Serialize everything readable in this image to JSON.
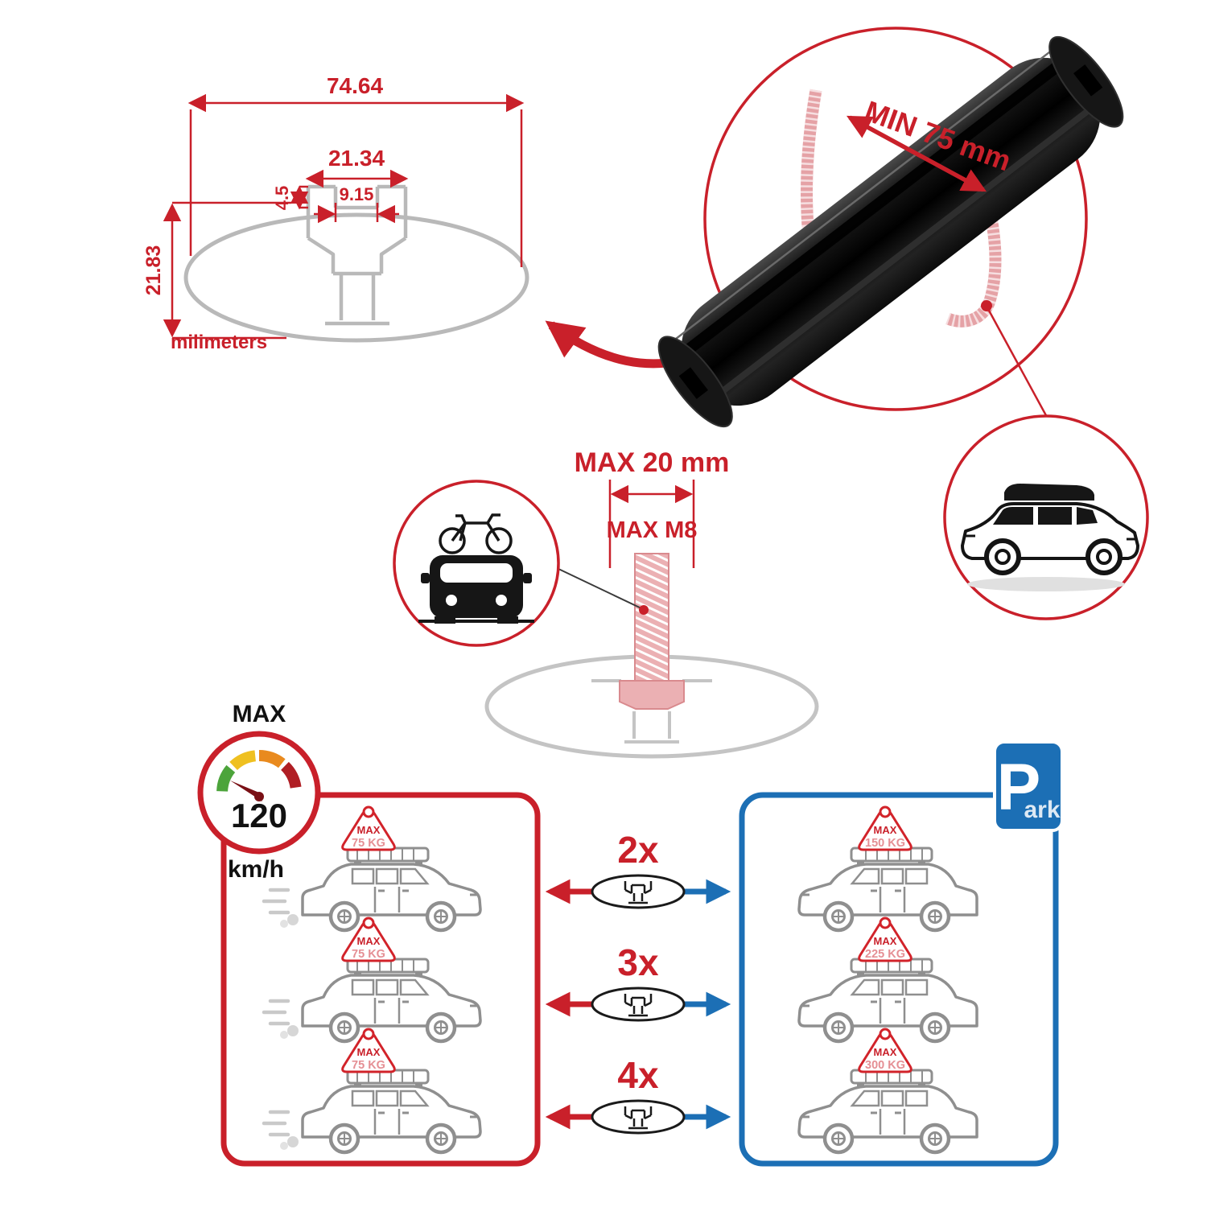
{
  "colors": {
    "red": "#C9202A",
    "blue": "#1C6FB5",
    "pink": "#EBB0B3",
    "gray_line": "#B9B9B9",
    "car_outline": "#8F8F8F",
    "black": "#111111"
  },
  "dimension_diagram": {
    "total_width": "74.64",
    "slot_outer_width": "21.34",
    "slot_inner_width": "9.15",
    "lip_height": "4.5",
    "total_height": "21.83",
    "units_label": "milimeters"
  },
  "bar_callout": {
    "min_span_label": "MIN 75 mm"
  },
  "bolt_callout": {
    "max_protrusion_label": "MAX 20 mm",
    "bolt_size_label": "MAX M8"
  },
  "speed_gauge": {
    "title": "MAX",
    "value": "120",
    "unit": "km/h"
  },
  "park_sign": {
    "letter": "P",
    "rest": "ark"
  },
  "crossbar_options": {
    "multipliers": [
      "2x",
      "3x",
      "4x"
    ]
  },
  "driving_cars": [
    {
      "tag_label": "MAX",
      "tag_value": "75 KG"
    },
    {
      "tag_label": "MAX",
      "tag_value": "75 KG"
    },
    {
      "tag_label": "MAX",
      "tag_value": "75 KG"
    }
  ],
  "parked_cars": [
    {
      "tag_label": "MAX",
      "tag_value": "150 KG"
    },
    {
      "tag_label": "MAX",
      "tag_value": "225 KG"
    },
    {
      "tag_label": "MAX",
      "tag_value": "300 KG"
    }
  ]
}
